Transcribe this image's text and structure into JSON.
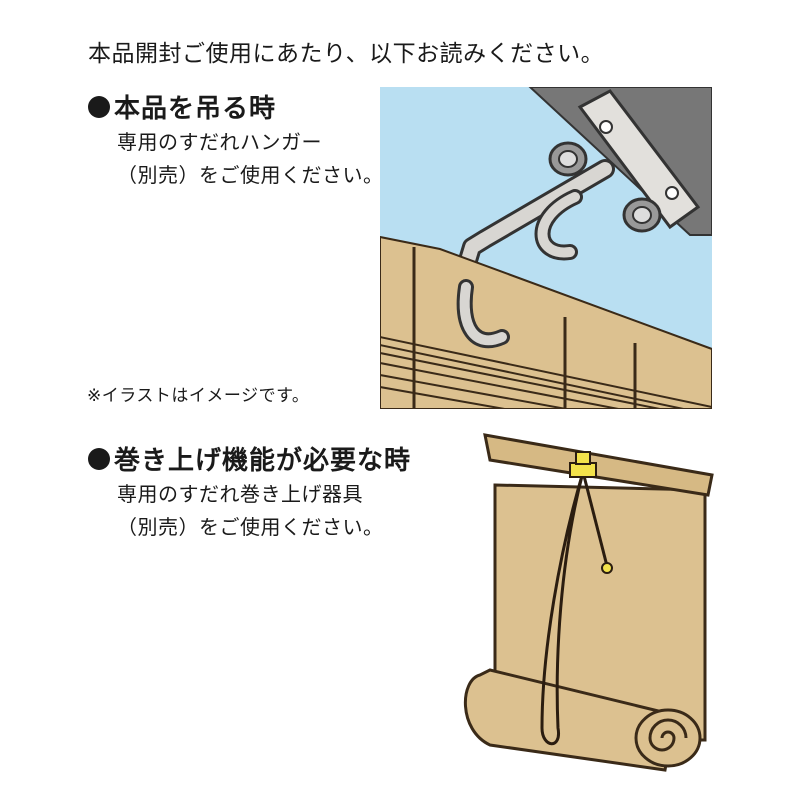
{
  "intro": "本品開封ご使用にあたり、以下お読みください。",
  "section1": {
    "heading": "本品を吊る時",
    "lines": [
      "専用のすだれハンガー",
      "（別売）をご使用ください。"
    ],
    "note": "※イラストはイメージです。"
  },
  "section2": {
    "heading": "巻き上げ機能が必要な時",
    "lines": [
      "専用のすだれ巻き上げ器具",
      "（別売）をご使用ください。"
    ]
  },
  "colors": {
    "sky": "#b9dff2",
    "blind": "#dcc190",
    "blind_line": "#3a2a18",
    "hanger": "#d8d6d2",
    "frame": "#777777",
    "clip": "#f3e24b"
  }
}
